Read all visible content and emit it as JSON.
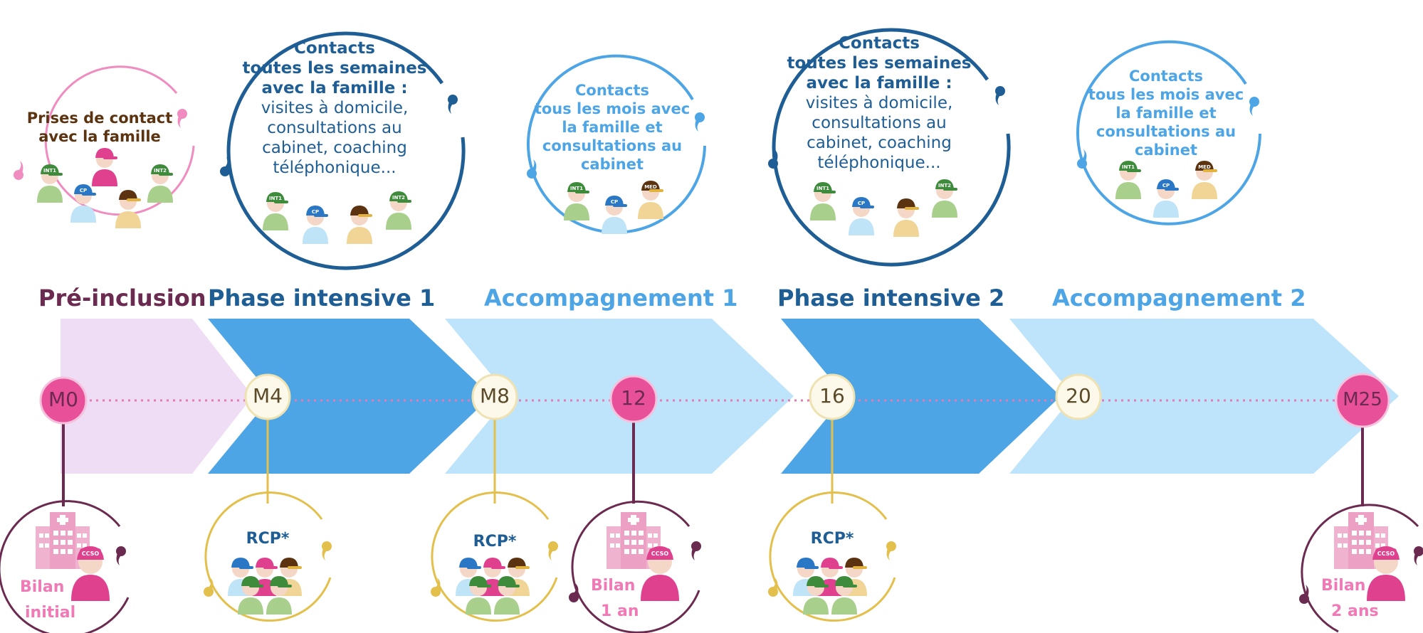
{
  "colors": {
    "pink": "#e0418f",
    "pink_light": "#f08cc0",
    "purple": "#6b2a4f",
    "purple_light": "#efdcf5",
    "dark_blue": "#1f5e95",
    "mid_blue": "#4da5e6",
    "light_blue": "#bee4fb",
    "gold": "#e3bf4c",
    "cream": "#fdf9ea",
    "brown": "#5b3310"
  },
  "phases": [
    {
      "label": "Pré-inclusion"
    },
    {
      "label": "Phase intensive 1"
    },
    {
      "label": "Accompagnement 1"
    },
    {
      "label": "Phase intensive 2"
    },
    {
      "label": "Accompagnement 2"
    }
  ],
  "milestones": [
    {
      "label": "M0",
      "style": "pink"
    },
    {
      "label": "M4",
      "style": "cream"
    },
    {
      "label": "M8",
      "style": "cream"
    },
    {
      "label": "12",
      "style": "pink"
    },
    {
      "label": "16",
      "style": "cream"
    },
    {
      "label": "20",
      "style": "cream"
    },
    {
      "label": "M25",
      "style": "pink"
    }
  ],
  "contacts": {
    "pre": {
      "line1": "Prises de contact",
      "line2": "avec la famille"
    },
    "intensive": {
      "bold1": "Contacts",
      "bold2": "toutes les semaines",
      "bold3": "avec la famille :",
      "n1": "visites à domicile,",
      "n2": "consultations au",
      "n3": "cabinet, coaching",
      "n4": "téléphonique..."
    },
    "monthly": {
      "l1": "Contacts",
      "l2": "tous les mois avec",
      "l3": "la famille et",
      "l4": "consultations au",
      "l5": "cabinet"
    }
  },
  "bilans": [
    {
      "line1": "Bilan",
      "line2": "initial"
    },
    {
      "line1": "Bilan",
      "line2": "1 an"
    },
    {
      "line1": "Bilan",
      "line2": "2 ans"
    }
  ],
  "rcp_label": "RCP*",
  "badges": {
    "int1": "INT1",
    "int2": "INT2",
    "cp": "CP",
    "med": "MED",
    "ccso": "CCSO"
  }
}
